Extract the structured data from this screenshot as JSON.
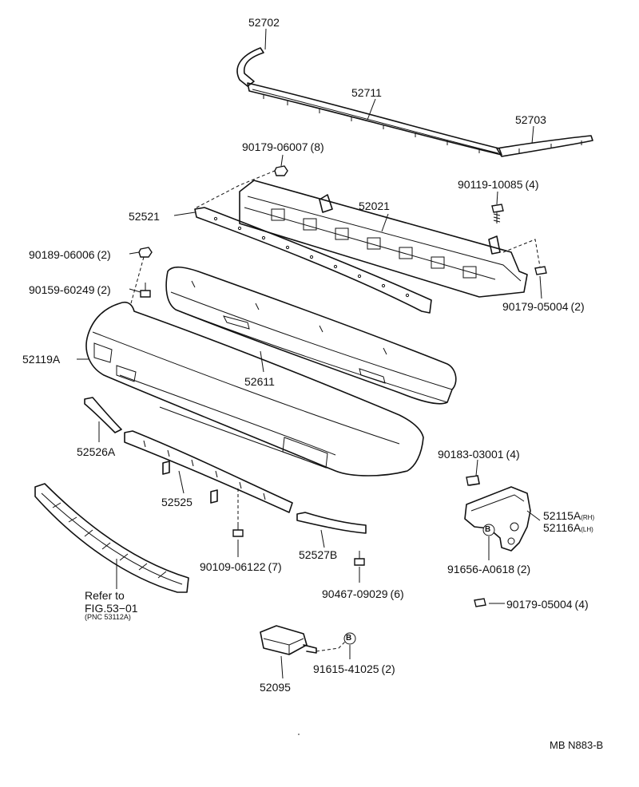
{
  "parts": [
    {
      "id": "p52702",
      "part_no": "52702",
      "qty": ""
    },
    {
      "id": "p52711",
      "part_no": "52711",
      "qty": ""
    },
    {
      "id": "p52703",
      "part_no": "52703",
      "qty": ""
    },
    {
      "id": "p90179a",
      "part_no": "90179-06007",
      "qty": "(8)"
    },
    {
      "id": "p90119",
      "part_no": "90119-10085",
      "qty": "(4)"
    },
    {
      "id": "p52521",
      "part_no": "52521",
      "qty": ""
    },
    {
      "id": "p52021",
      "part_no": "52021",
      "qty": ""
    },
    {
      "id": "p90189",
      "part_no": "90189-06006",
      "qty": "(2)"
    },
    {
      "id": "p90159",
      "part_no": "90159-60249",
      "qty": "(2)"
    },
    {
      "id": "p90179b",
      "part_no": "90179-05004",
      "qty": "(2)"
    },
    {
      "id": "p52119A",
      "part_no": "52119A",
      "qty": ""
    },
    {
      "id": "p52611",
      "part_no": "52611",
      "qty": ""
    },
    {
      "id": "p52526A",
      "part_no": "52526A",
      "qty": ""
    },
    {
      "id": "p90183",
      "part_no": "90183-03001",
      "qty": "(4)"
    },
    {
      "id": "p52525",
      "part_no": "52525",
      "qty": ""
    },
    {
      "id": "p52115A",
      "part_no": "52115A",
      "qty": "",
      "suffix": "(RH)"
    },
    {
      "id": "p52116A",
      "part_no": "52116A",
      "qty": "",
      "suffix": "(LH)"
    },
    {
      "id": "p52527B",
      "part_no": "52527B",
      "qty": ""
    },
    {
      "id": "p90109",
      "part_no": "90109-06122",
      "qty": "(7)"
    },
    {
      "id": "p91656",
      "part_no": "91656-A0618",
      "qty": "(2)"
    },
    {
      "id": "p90467",
      "part_no": "90467-09029",
      "qty": "(6)"
    },
    {
      "id": "p90179c",
      "part_no": "90179-05004",
      "qty": "(4)"
    },
    {
      "id": "p91615",
      "part_no": "91615-41025",
      "qty": "(2)"
    },
    {
      "id": "p52095",
      "part_no": "52095",
      "qty": ""
    }
  ],
  "reference": {
    "line1": "Refer to",
    "line2": "FIG.53−01",
    "line3": "(PNC 53112A)"
  },
  "callout_marker": "B",
  "diagram_code": "MB N883-B"
}
